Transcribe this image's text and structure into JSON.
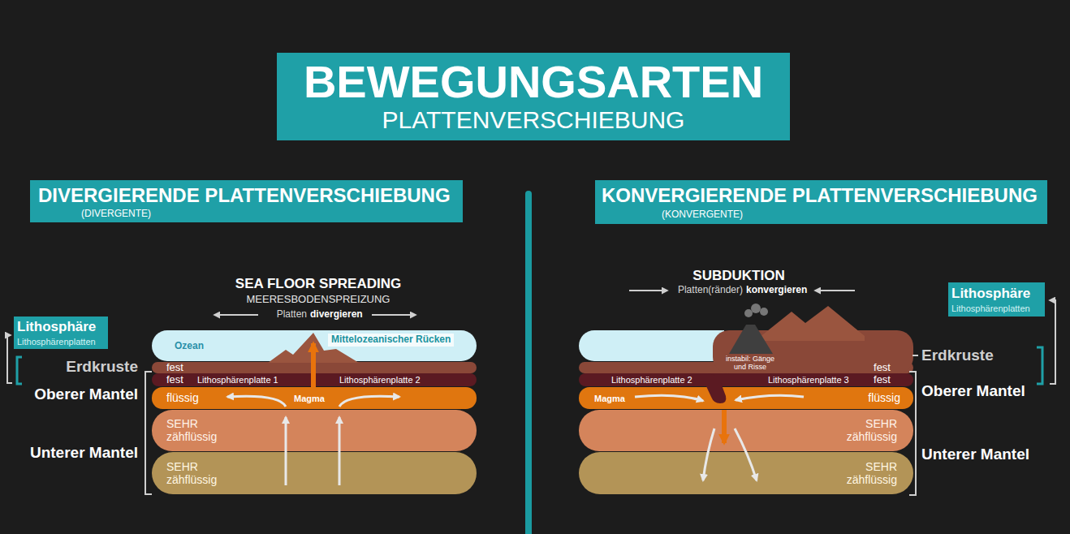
{
  "diagram": {
    "nodes": [
      {
        "text": [
          "BEWEGUNGSARTEN",
          "PLATTENVERSCHIEBUNG"
        ]
      },
      {
        "text": [
          "DIVERGIERENDE PLATTENVERSCHIEBUNG",
          "(DIVERGENTE)"
        ]
      },
      {
        "text": [
          "KONVERGIERENDE PLATTENVERSCHIEBUNG",
          "(KONVERGENTE)"
        ]
      },
      {
        "text": [
          "Lithosphäre",
          "Lithosphärenplatten"
        ]
      },
      {
        "text": [
          "Ozean"
        ]
      },
      {
        "text": [
          "fest"
        ]
      },
      {
        "text": [
          "fest",
          "Lithosphärenplatte 1",
          "Lithosphärenplatte 2"
        ]
      },
      {
        "text": [
          "flüssig",
          "Magma"
        ]
      },
      {
        "text": [
          "SEHR zähflüssig"
        ]
      },
      {
        "text": [
          "SEHR zähflüssig"
        ]
      },
      {
        "text": [
          "Lithosphäre",
          "Lithosphärenplatten"
        ]
      },
      {
        "text": [
          "fest"
        ]
      },
      {
        "text": [
          "Lithosphärenplatte 2",
          "Lithosphärenplatte 3",
          "fest"
        ]
      },
      {
        "text": [
          "Magma",
          "flüssig"
        ]
      },
      {
        "text": [
          "SEHR zähflüssig"
        ]
      },
      {
        "text": [
          "SEHR zähflüssig"
        ]
      }
    ],
    "labels": [
      "SEA FLOOR SPREADING",
      "MEERESBODENSPREIZUNG",
      "Platten",
      "divergieren",
      "Mittelozeanischer Rücken",
      "Erdkruste",
      "Oberer Mantel",
      "Unterer Mantel",
      "SUBDUKTION",
      "Platten(ränder)",
      "konvergieren",
      "instabil: Gänge und Risse",
      "Erdkruste",
      "Oberer Mantel",
      "Unterer Mantel"
    ]
  }
}
